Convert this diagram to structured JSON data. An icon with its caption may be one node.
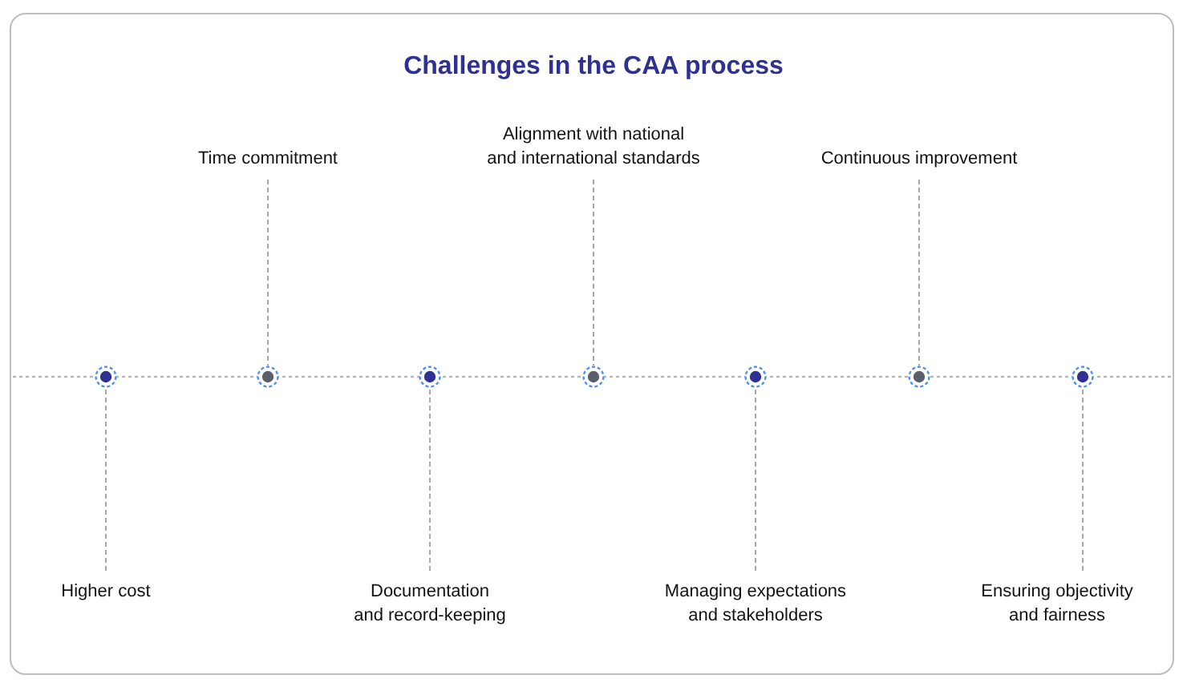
{
  "diagram": {
    "title": "Challenges in the CAA process",
    "nodes": [
      {
        "text": [
          "Higher cost"
        ]
      },
      {
        "text": [
          "Time commitment"
        ]
      },
      {
        "text": [
          "Documentation and record-keeping"
        ]
      },
      {
        "text": [
          "Alignment with national and international standards"
        ]
      },
      {
        "text": [
          "Continuous improvement"
        ]
      },
      {
        "text": [
          "Managing expectations and stakeholders"
        ]
      },
      {
        "text": [
          "Ensuring objectivity and fairness"
        ]
      },
      {
        "text": [],
        "shape": "circle"
      },
      {
        "text": [],
        "shape": "circle"
      },
      {
        "text": [],
        "shape": "circle"
      },
      {
        "text": [],
        "shape": "circle"
      },
      {
        "text": [],
        "shape": "circle"
      },
      {
        "text": [],
        "shape": "circle"
      },
      {
        "text": [],
        "shape": "circle"
      }
    ],
    "edges": [
      {
        "from": 0,
        "to": 7,
        "arrow": "none",
        "style": "dashed"
      },
      {
        "from": 1,
        "to": 8,
        "arrow": "none",
        "style": "dashed"
      },
      {
        "from": 2,
        "to": 9,
        "arrow": "none",
        "style": "dashed"
      },
      {
        "from": 3,
        "to": 10,
        "arrow": "none",
        "style": "dashed"
      },
      {
        "from": 4,
        "to": 12,
        "arrow": "none",
        "style": "dashed"
      },
      {
        "from": 5,
        "to": 11,
        "arrow": "none",
        "style": "dashed"
      },
      {
        "from": 6,
        "to": 13,
        "arrow": "none",
        "style": "dashed"
      }
    ]
  }
}
